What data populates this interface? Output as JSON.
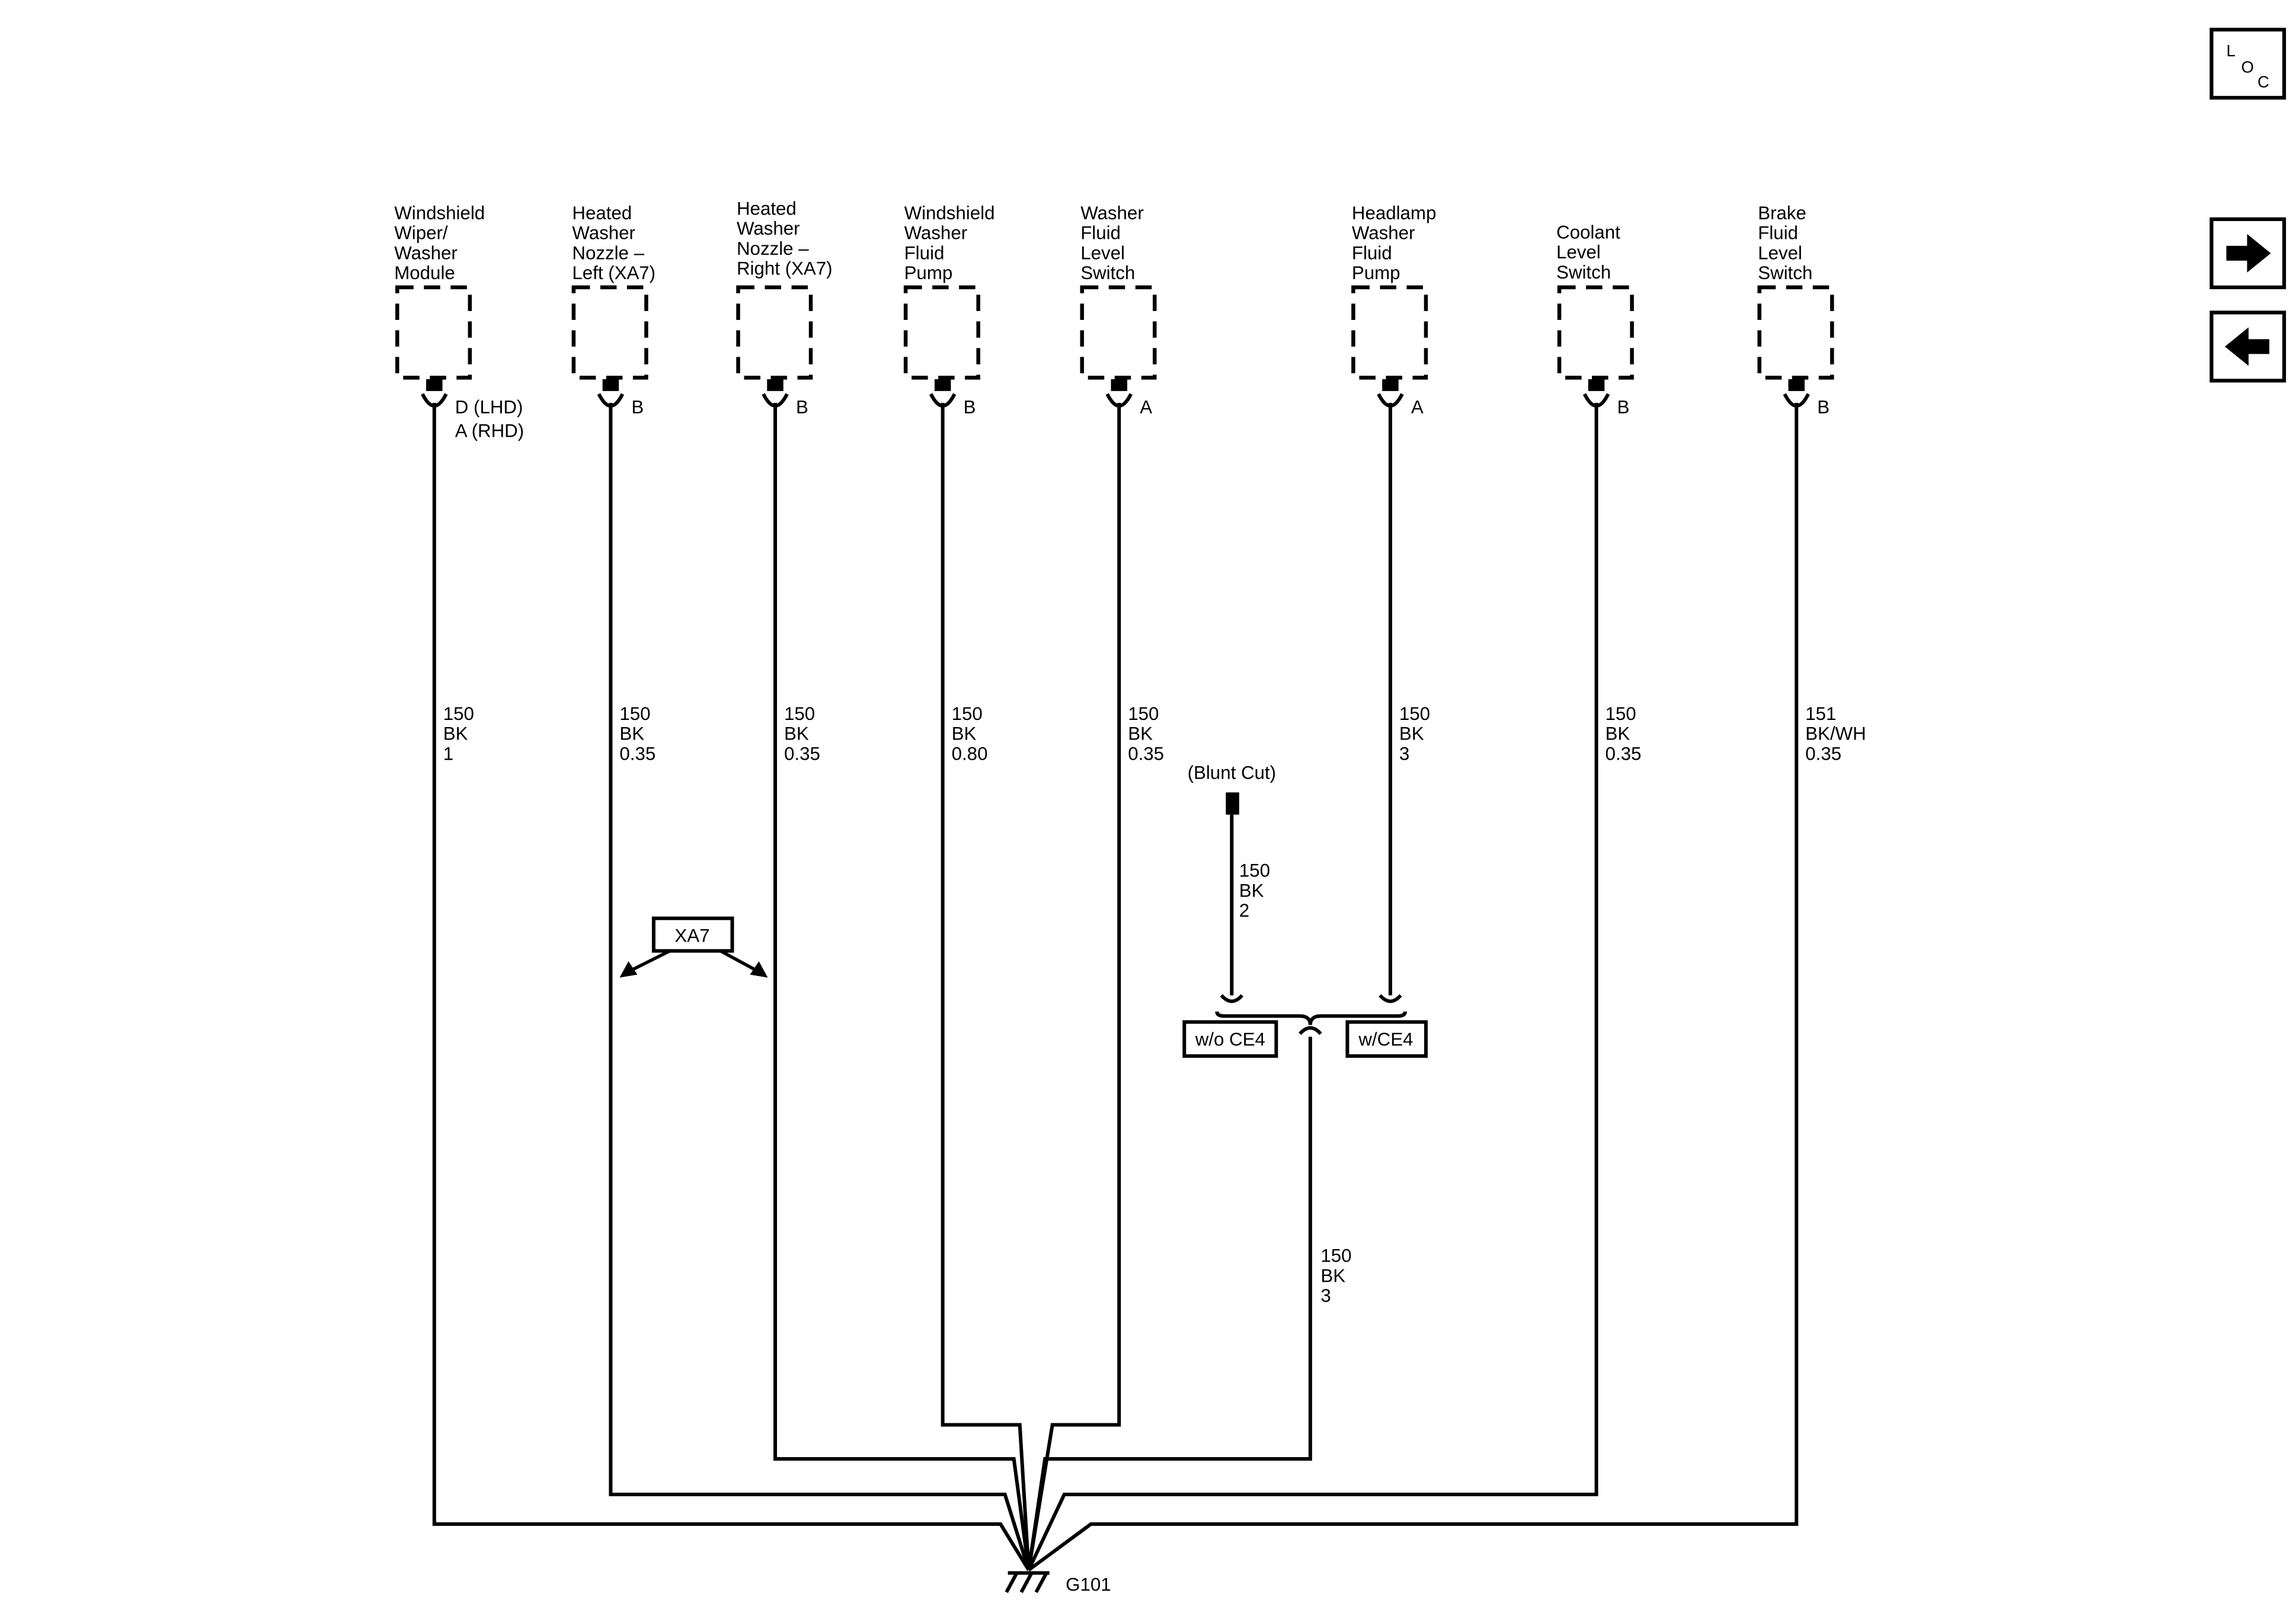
{
  "nav": {
    "loc_letters": [
      "L",
      "O",
      "C"
    ],
    "next_icon": "arrow-right-icon",
    "prev_icon": "arrow-left-icon"
  },
  "components": [
    {
      "id": "wiper",
      "name": [
        "Windshield",
        "Wiper/",
        "Washer",
        "Module"
      ],
      "pin": [
        "D (LHD)",
        "A (RHD)"
      ],
      "wire": [
        "150",
        "BK",
        "1"
      ]
    },
    {
      "id": "nozzle-left",
      "name": [
        "Heated",
        "Washer",
        "Nozzle –",
        "Left (XA7)"
      ],
      "pin": [
        "B"
      ],
      "wire": [
        "150",
        "BK",
        "0.35"
      ]
    },
    {
      "id": "nozzle-right",
      "name": [
        "Heated",
        "Washer",
        "Nozzle –",
        "Right (XA7)"
      ],
      "pin": [
        "B"
      ],
      "wire": [
        "150",
        "BK",
        "0.35"
      ]
    },
    {
      "id": "ws-pump",
      "name": [
        "Windshield",
        "Washer",
        "Fluid",
        "Pump"
      ],
      "pin": [
        "B"
      ],
      "wire": [
        "150",
        "BK",
        "0.80"
      ]
    },
    {
      "id": "washer-switch",
      "name": [
        "Washer",
        "Fluid",
        "Level",
        "Switch"
      ],
      "pin": [
        "A"
      ],
      "wire": [
        "150",
        "BK",
        "0.35"
      ]
    },
    {
      "id": "headlamp-pump",
      "name": [
        "Headlamp",
        "Washer",
        "Fluid",
        "Pump"
      ],
      "pin": [
        "A"
      ],
      "wire": [
        "150",
        "BK",
        "3"
      ]
    },
    {
      "id": "coolant-switch",
      "name": [
        "Coolant",
        "Level",
        "Switch"
      ],
      "pin": [
        "B"
      ],
      "wire": [
        "150",
        "BK",
        "0.35"
      ]
    },
    {
      "id": "brake-switch",
      "name": [
        "Brake",
        "Fluid",
        "Level",
        "Switch"
      ],
      "pin": [
        "B"
      ],
      "wire": [
        "151",
        "BK/WH",
        "0.35"
      ]
    }
  ],
  "option_xa7": "XA7",
  "blunt_cut": "(Blunt Cut)",
  "blunt_wire": [
    "150",
    "BK",
    "2"
  ],
  "option_without_ce4": "w/o CE4",
  "option_with_ce4": "w/CE4",
  "merged_wire": [
    "150",
    "BK",
    "3"
  ],
  "ground": "G101"
}
